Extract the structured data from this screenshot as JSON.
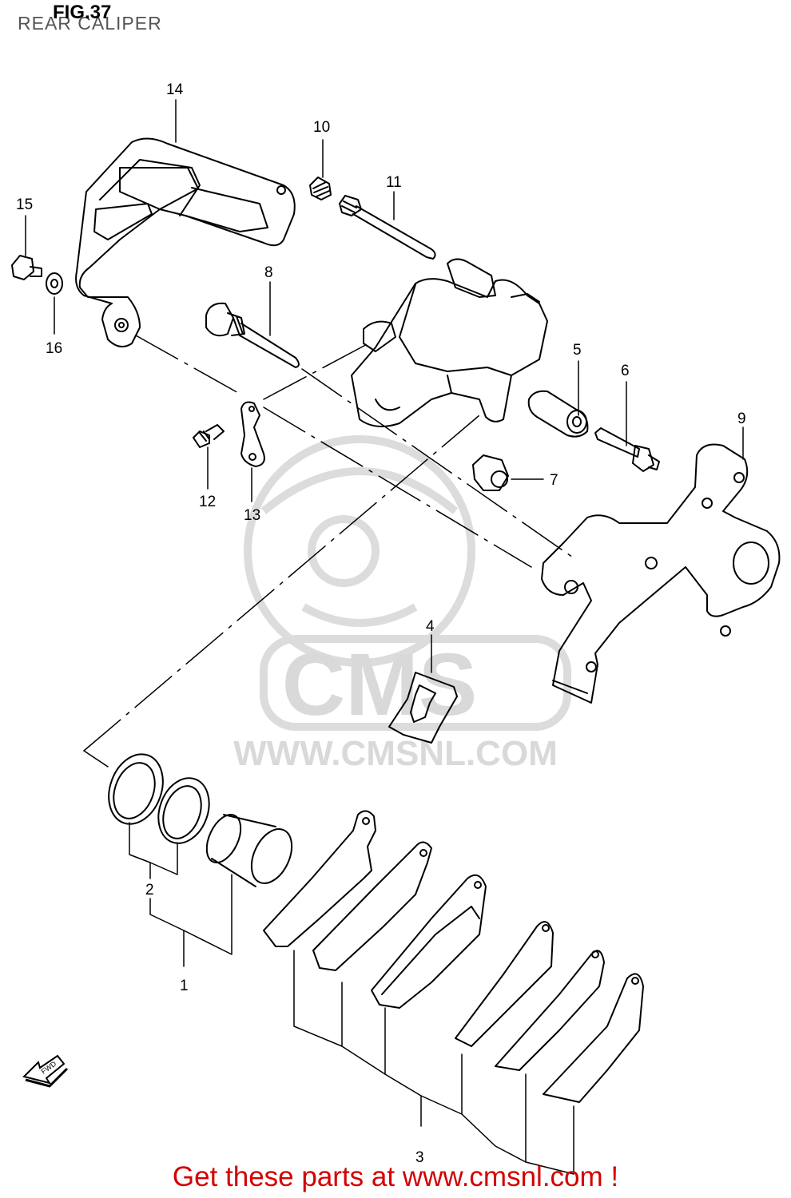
{
  "title": "FIG.37",
  "subtitle": "REAR CALIPER",
  "watermark": {
    "logo_text": "CMS",
    "url_text": "WWW.CMSNL.COM",
    "color": "#d9d9d9"
  },
  "fwd_label": "FWD",
  "footer": "Get these parts at www.cmsnl.com !",
  "footer_color": "#d40000",
  "callouts": [
    "1",
    "2",
    "3",
    "4",
    "5",
    "6",
    "7",
    "8",
    "9",
    "10",
    "11",
    "12",
    "13",
    "14",
    "15",
    "16"
  ]
}
